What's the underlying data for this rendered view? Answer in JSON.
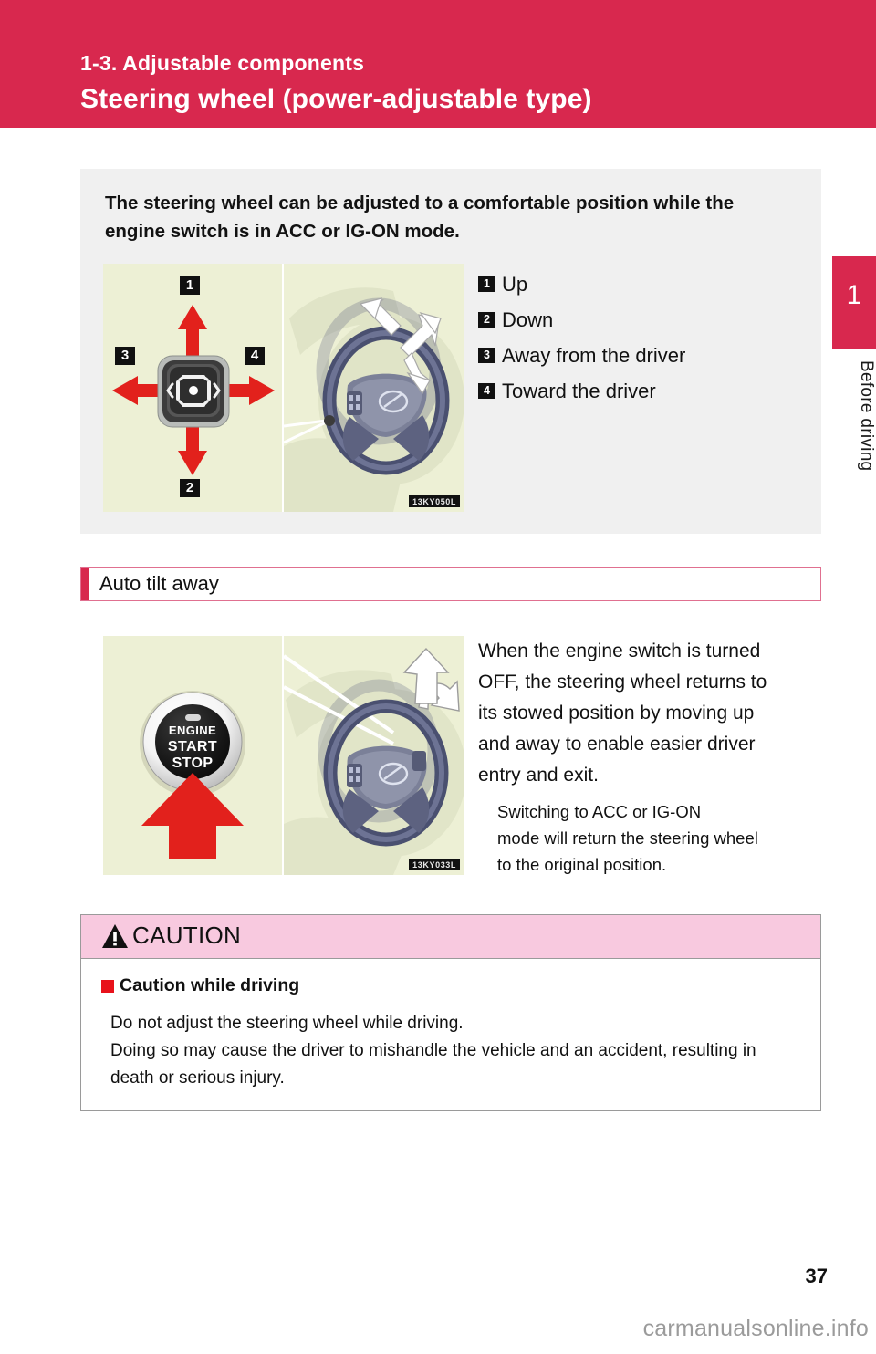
{
  "header": {
    "chapter": "1-3. Adjustable components",
    "title": "Steering wheel (power-adjustable type)",
    "band_color": "#d8284e"
  },
  "side_tab": {
    "number": "1",
    "label": "Before driving",
    "color": "#d8284e"
  },
  "intro": {
    "text": "The steering wheel can be adjusted to a comfortable position while the engine switch is in ACC or IG-ON mode.",
    "line1": "The steering wheel can be adjusted to a comfortable position while the",
    "line2": "engine switch is in ACC or IG-ON mode.",
    "panel_color": "#f0f0f0"
  },
  "figure1": {
    "id_label": "13KY050L",
    "background": "#edf0d5",
    "description": "steering-wheel-adjust-switch-with-four-direction-arrows-and-steering-wheel",
    "callouts": [
      "1",
      "2",
      "3",
      "4"
    ]
  },
  "figure2": {
    "id_label": "13KY033L",
    "background": "#edf0d5",
    "description": "engine-start-stop-button-with-red-arrow-and-steering-wheel-tilting-away",
    "button_lines": [
      "ENGINE",
      "START",
      "STOP"
    ]
  },
  "legend": [
    {
      "num": "1",
      "label": "Up"
    },
    {
      "num": "2",
      "label": "Down"
    },
    {
      "num": "3",
      "label": "Away from the driver"
    },
    {
      "num": "4",
      "label": "Toward the driver"
    }
  ],
  "section": {
    "title": "Auto tilt away",
    "accent_color": "#d8284e",
    "border_color": "#e07090"
  },
  "tilt_away": {
    "body": "When the engine switch is turned OFF, the steering wheel returns to its stowed position by moving up and away to enable easier driver entry and exit.",
    "body_lines": [
      "When the engine switch is turned",
      "OFF, the steering wheel returns to",
      "its stowed position by moving up",
      "and away to enable easier driver",
      "entry and exit."
    ],
    "note": "Switching to ACC or IG-ON mode will return the steering wheel to the original position.",
    "note_lines": [
      "Switching to ACC or IG-ON",
      "mode will return the steering wheel",
      "to the original position."
    ]
  },
  "caution": {
    "title": "CAUTION",
    "header_color": "#f8c9df",
    "subtitle": "Caution while driving",
    "subtitle_chip_color": "#e8121b",
    "lines": [
      "Do not adjust the steering wheel while driving.",
      "Doing so may cause the driver to mishandle the vehicle and an accident, resulting in",
      "death or serious injury."
    ]
  },
  "footer": {
    "page_number": "37",
    "watermark": "carmanualsonline.info"
  }
}
